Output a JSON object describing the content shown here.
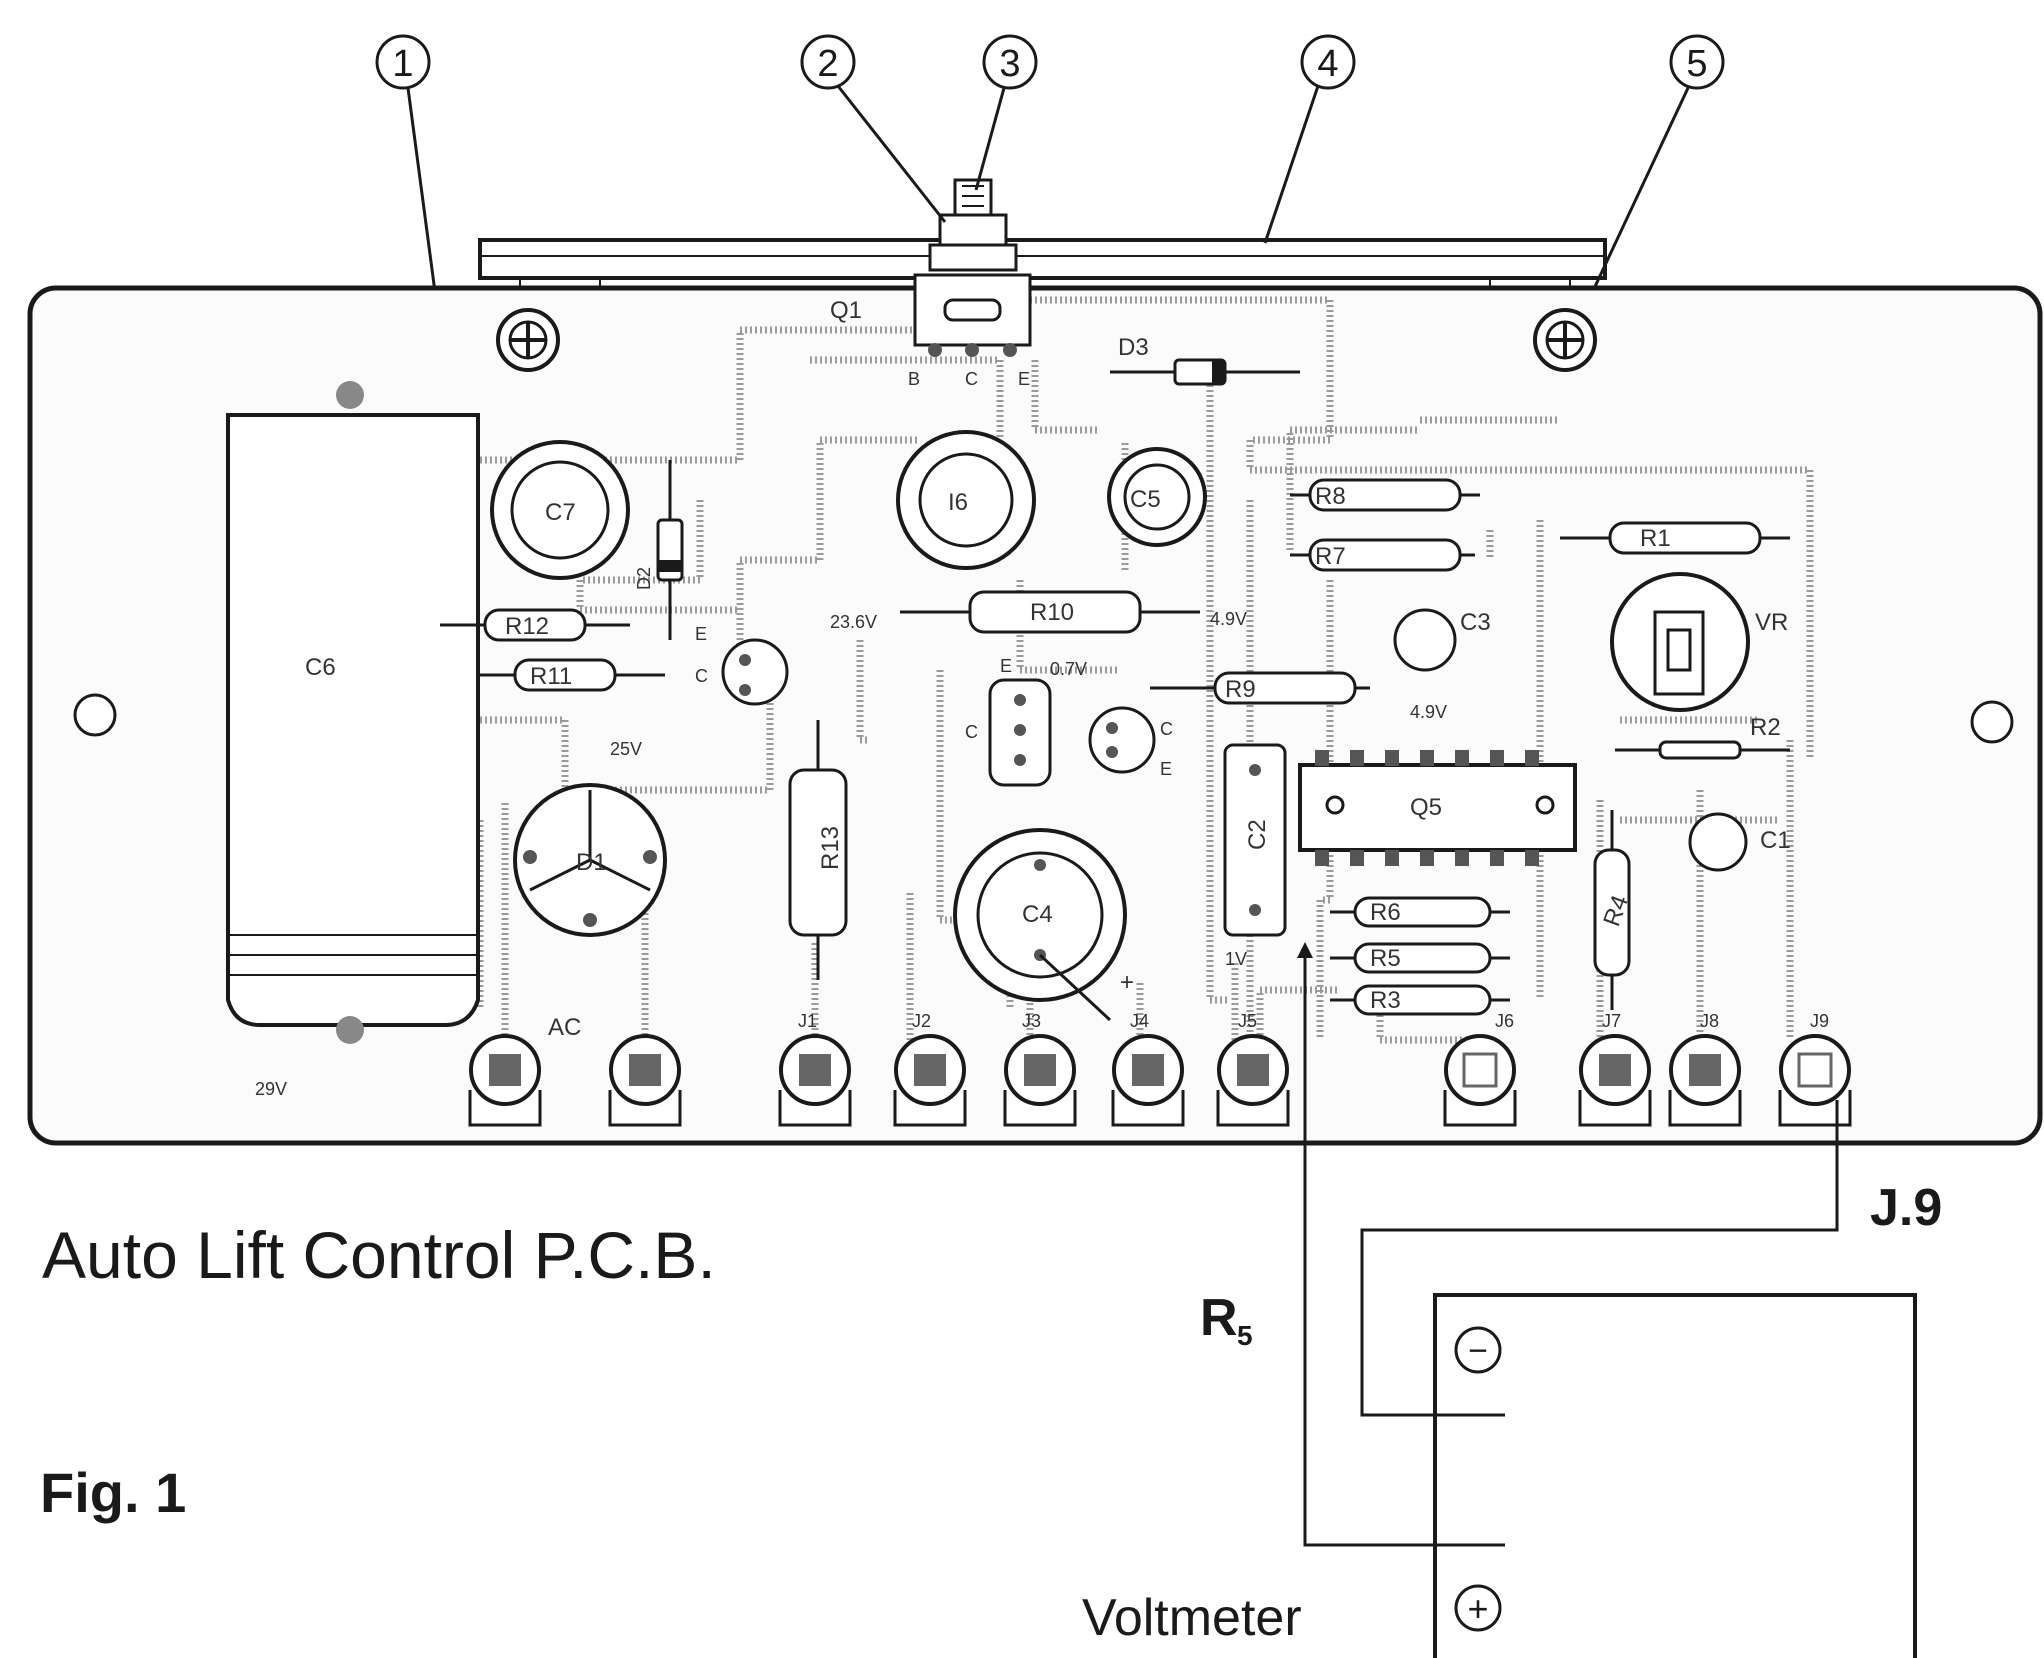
{
  "title": "Auto Lift Control P.C.B.",
  "figure_label": "Fig. 1",
  "callouts": [
    "1",
    "2",
    "3",
    "4",
    "5"
  ],
  "meter": {
    "label": "Voltmeter",
    "minus_symbol": "−",
    "plus_symbol": "+"
  },
  "probe_labels": {
    "r5": "R",
    "r5_sub": "5",
    "j9": "J.9"
  },
  "components": {
    "q1": "Q1",
    "d3": "D3",
    "c7": "C7",
    "c6": "C6",
    "c5": "C5",
    "ic6": "I6",
    "r10": "R10",
    "r8": "R8",
    "r7": "R7",
    "r1": "R1",
    "vr": "VR",
    "c3": "C3",
    "r12": "R12",
    "r11": "R11",
    "r9": "R9",
    "d2": "D2",
    "c2": "C2",
    "q5": "Q5",
    "r2": "R2",
    "c1": "C1",
    "d1": "D1",
    "r13": "R13",
    "c4": "C4",
    "r6": "R6",
    "r5": "R5",
    "r3": "R3",
    "r4": "R4"
  },
  "voltages": {
    "v29": "29V",
    "v23": "23.6V",
    "v25": "25V",
    "v07": "0.7V",
    "v49a": "4.9V",
    "v49b": "4.9V",
    "v1": "1V"
  },
  "terminals": {
    "ac": "AC",
    "j1": "J1",
    "j2": "J2",
    "j3": "J3",
    "j4": "J4",
    "j5": "J5",
    "j6": "J6",
    "j7": "J7",
    "j8": "J8",
    "j9": "J9"
  },
  "pin_letters": {
    "q1_b": "B",
    "q1_c": "C",
    "q1_e": "E",
    "qa_e": "E",
    "qa_c": "C",
    "qb_e": "E",
    "qb_c": "C",
    "qc_c": "C",
    "qc_e": "E",
    "plus": "+"
  }
}
